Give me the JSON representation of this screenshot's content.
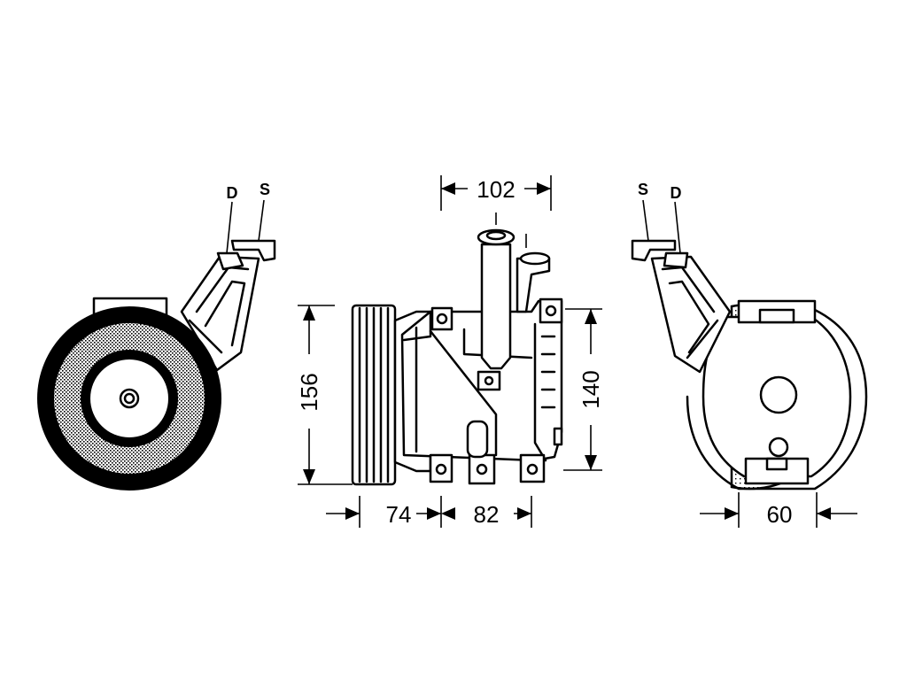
{
  "ports": {
    "left": {
      "discharge": "D",
      "suction": "S"
    },
    "right": {
      "suction": "S",
      "discharge": "D"
    }
  },
  "dimensions": {
    "top_width": "102",
    "height_front": "156",
    "height_body": "140",
    "pulley_offset": "74",
    "body_width": "82",
    "side_width": "60"
  }
}
